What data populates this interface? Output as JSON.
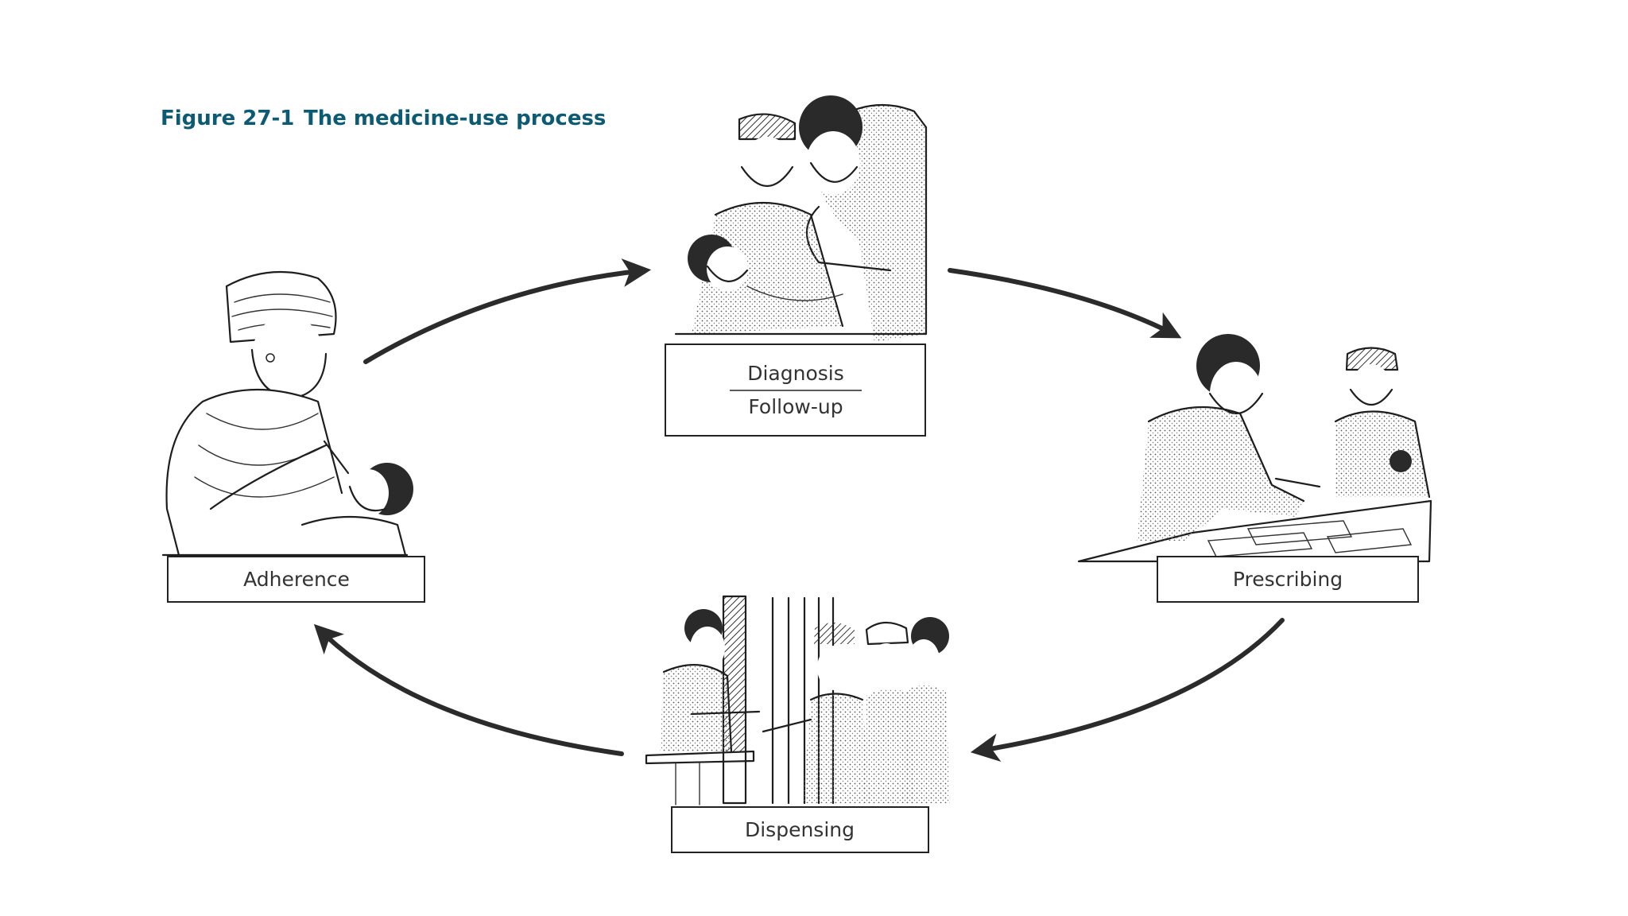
{
  "figure": {
    "number": "Figure 27-1",
    "title": "The medicine-use process",
    "title_color": "#0d5a73"
  },
  "stages": {
    "diagnosis": "Diagnosis",
    "follow_up": "Follow-up",
    "prescribing": "Prescribing",
    "dispensing": "Dispensing",
    "adherence": "Adherence"
  }
}
